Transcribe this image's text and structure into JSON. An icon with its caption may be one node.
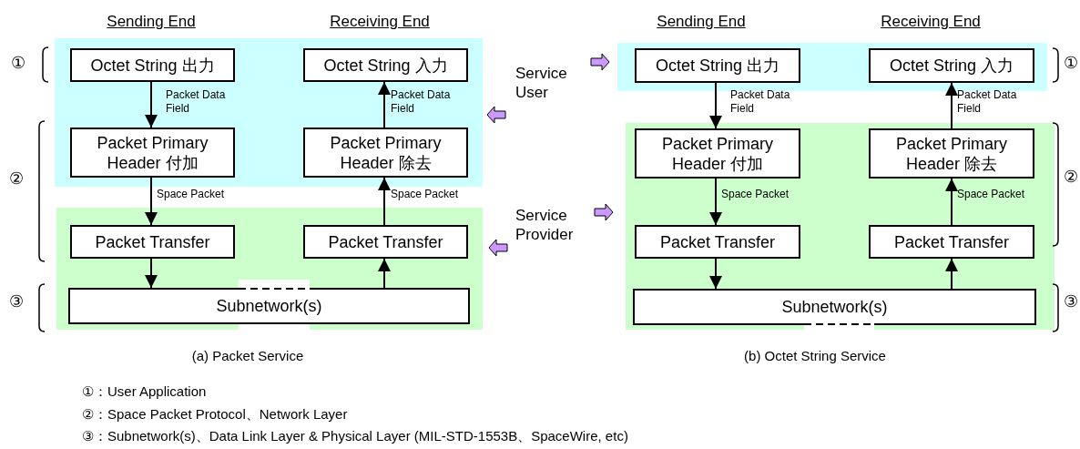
{
  "diagram": {
    "nodes": [
      {
        "text": [
          "Octet String 出力"
        ]
      },
      {
        "text": [
          "Octet String 入力"
        ]
      },
      {
        "text": [
          "Packet Primary Header 付加"
        ]
      },
      {
        "text": [
          "Packet Primary Header 除去"
        ]
      },
      {
        "text": [
          "Packet Transfer"
        ]
      },
      {
        "text": [
          "Packet Transfer"
        ]
      },
      {
        "text": [
          "Subnetwork(s)"
        ]
      },
      {
        "text": [
          "Octet String 出力"
        ]
      },
      {
        "text": [
          "Octet String 入力"
        ]
      },
      {
        "text": [
          "Packet Primary Header 付加"
        ]
      },
      {
        "text": [
          "Packet Primary Header 除去"
        ]
      },
      {
        "text": [
          "Packet Transfer"
        ]
      },
      {
        "text": [
          "Packet Transfer"
        ]
      },
      {
        "text": [
          "Subnetwork(s)"
        ]
      }
    ],
    "edges": [
      {
        "from": 0,
        "to": 2,
        "arrow": "to",
        "label": "Packet Data Field"
      },
      {
        "from": 2,
        "to": 4,
        "arrow": "to",
        "label": "Space Packet"
      },
      {
        "from": 4,
        "to": 6,
        "arrow": "to"
      },
      {
        "from": 6,
        "to": 5,
        "arrow": "to"
      },
      {
        "from": 5,
        "to": 3,
        "arrow": "to",
        "label": "Space Packet"
      },
      {
        "from": 3,
        "to": 1,
        "arrow": "to",
        "label": "Packet Data Field"
      },
      {
        "from": 7,
        "to": 9,
        "arrow": "to",
        "label": "Packet Data Field"
      },
      {
        "from": 9,
        "to": 11,
        "arrow": "to",
        "label": "Space Packet"
      },
      {
        "from": 11,
        "to": 13,
        "arrow": "to"
      },
      {
        "from": 13,
        "to": 12,
        "arrow": "to"
      },
      {
        "from": 12,
        "to": 10,
        "arrow": "to",
        "label": "Space Packet"
      },
      {
        "from": 10,
        "to": 8,
        "arrow": "to",
        "label": "Packet Data Field"
      }
    ],
    "labels": [
      "Sending End",
      "Receiving End",
      "Sending End",
      "Receiving End",
      "①",
      "Service User",
      "①",
      "②",
      "②",
      "Service Provider",
      "③",
      "③",
      "(a) Packet Service",
      "(b) Octet String Service",
      "①：User Application",
      "②：Space Packet Protocol、Network Layer",
      "③：Subnetwork(s)、Data Link Layer & Physical Layer (MIL-STD-1553B、SpaceWire, etc)"
    ]
  }
}
